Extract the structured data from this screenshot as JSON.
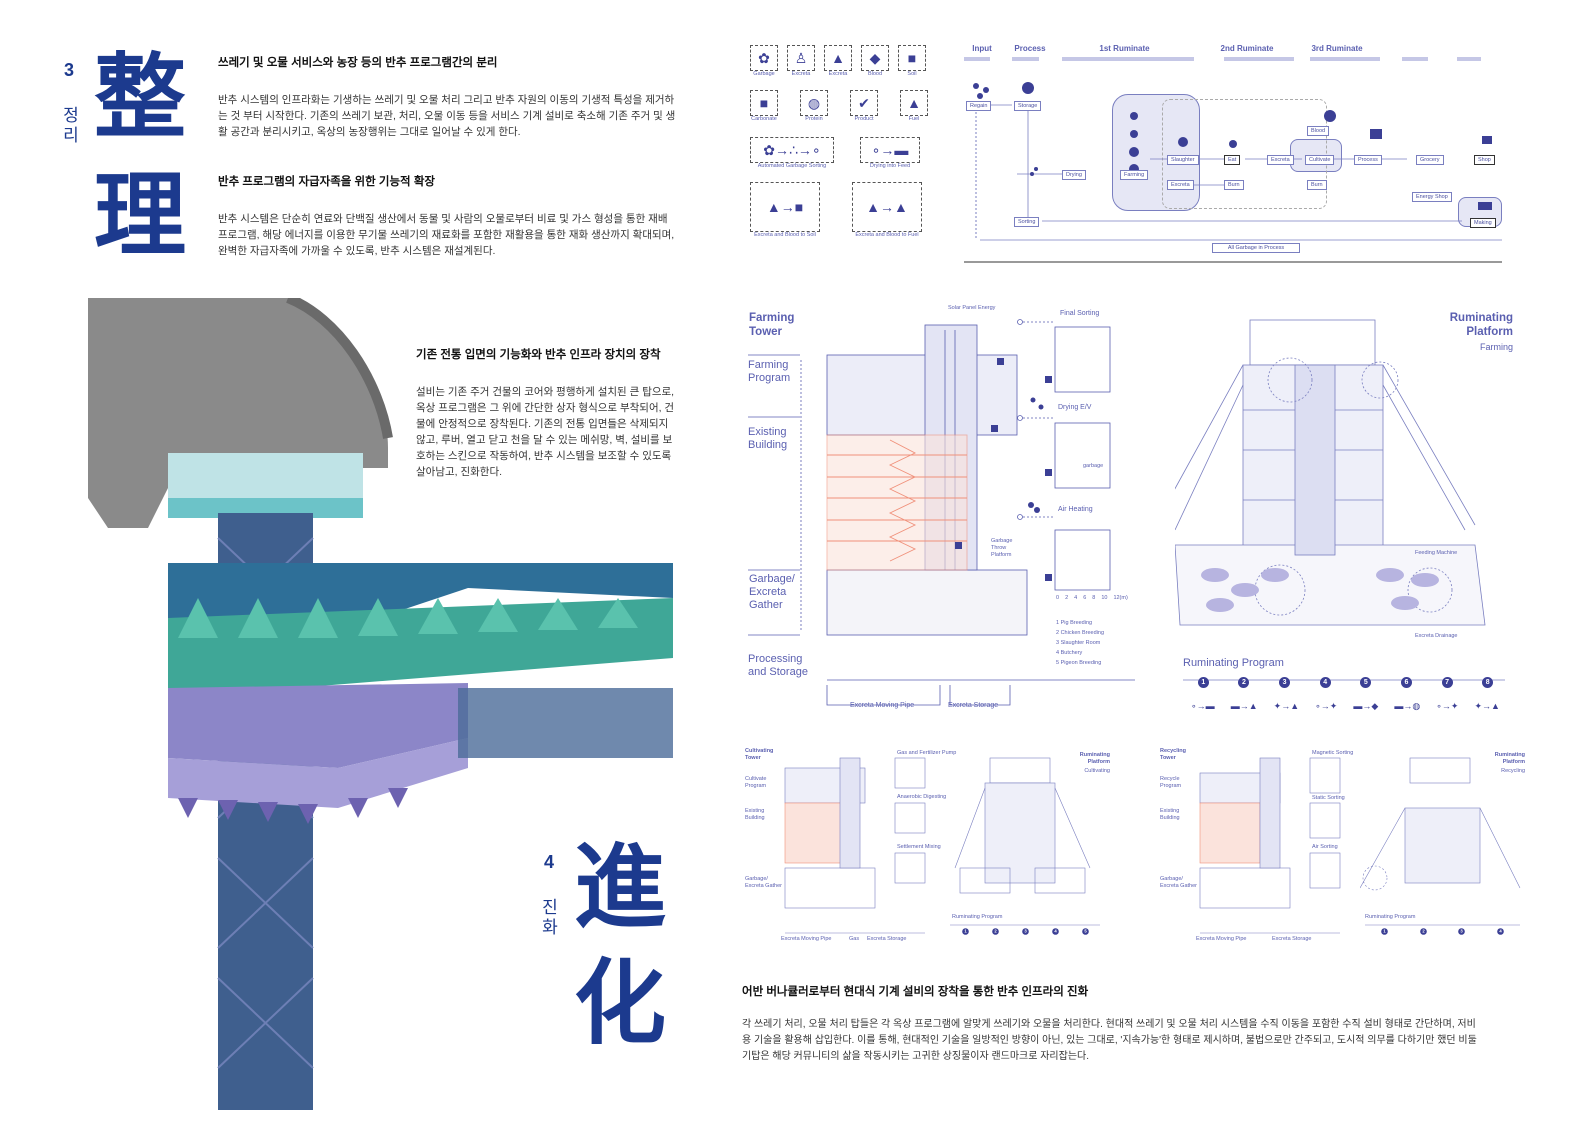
{
  "section3": {
    "number": "3",
    "korean": "정리",
    "hanja1": "整",
    "hanja2": "理"
  },
  "section4": {
    "number": "4",
    "korean": "진화",
    "hanja1": "進",
    "hanja2": "化"
  },
  "block1": {
    "heading": "쓰레기 및 오물 서비스와 농장 등의 반추 프로그램간의 분리",
    "lines": [
      "반추 시스템의 인프라화는 기생하는 쓰레기 및 오물 처리 그리고 반추 자원의 이동의 기생적 특성을 제거하",
      "는 것 부터 시작한다. 기존의 쓰레기 보관, 처리, 오물 이동 등을 서비스 기계 설비로 축소해 기존 주거 및 생",
      "활 공간과 분리시키고, 옥상의 농장행위는 그대로 일어날 수 있게 한다."
    ]
  },
  "block2": {
    "heading": "반추 프로그램의 자급자족을 위한 기능적 확장",
    "lines": [
      "반추 시스템은 단순히 연료와 단백질 생산에서 동물 및 사람의 오물로부터 비료 및 가스 형성을 통한 재배",
      "프로그램, 해당 에너지를 이용한 무기물 쓰레기의 재료화를 포함한 재활용을 통한 재화 생산까지 확대되며,",
      "완벽한 자급자족에 가까울 수 있도록, 반추 시스템은 재설계된다."
    ]
  },
  "block3": {
    "heading": "기존 전통 입면의 기능화와 반추 인프라 장치의 장착",
    "lines": [
      "설비는 기존 주거 건물의 코어와 평행하게 설치된 큰 탑으로,",
      "옥상 프로그램은 그 위에 간단한 상자 형식으로 부착되어, 건",
      "물에 안정적으로 장착된다. 기존의 전통 입면들은 삭제되지",
      "않고, 루버, 열고 닫고 천을 달 수 있는 메쉬망, 벽, 설비를 보",
      "호하는 스킨으로 작동하여, 반추 시스템을 보조할 수 있도록",
      "살아남고, 진화한다."
    ]
  },
  "block4": {
    "heading": "어반 버나큘러로부터 현대식 기계 설비의 장착을 통한 반추 인프라의 진화",
    "lines": [
      "각 쓰레기 처리, 오물 처리 탑들은 각 옥상 프로그램에 알맞게 쓰레기와 오물을 처리한다. 현대적 쓰레기 및 오물 처리 시스템을 수직 이동을 포함한 수직 설비 형태로 간단하며, 저비",
      "용 기술을 활용해 삽입한다. 이를 통해, 현대적인 기술을 일방적인 방향이 아닌, 있는 그대로, '지속가능'한 형태로 제시하며, 불법으로만 간주되고, 도시적 의무를 다하기만 했던 비둘",
      "기탑은 해당 커뮤니티의 삶을 작동시키는 고귀한 상징물이자 랜드마크로 자리잡는다."
    ]
  },
  "legend": {
    "row1": [
      {
        "label": "Garbage",
        "icon": "garbage-icon"
      },
      {
        "label": "Excreta",
        "icon": "person-excreta-icon"
      },
      {
        "label": "Excreta",
        "icon": "excreta-icon"
      },
      {
        "label": "Blood",
        "icon": "blood-icon"
      },
      {
        "label": "Soil",
        "icon": "soil-icon"
      }
    ],
    "row2": [
      {
        "label": "Carbonate",
        "icon": "carbonate-icon"
      },
      {
        "label": "Protein",
        "icon": "protein-icon"
      },
      {
        "label": "Product",
        "icon": "product-icon"
      },
      {
        "label": "Fuel",
        "icon": "fuel-icon"
      }
    ],
    "processes": [
      "Automated Garbage Sorting",
      "Drying into Feed",
      "Excreta and Blood to Soil",
      "Excreta and Blood to Fuel"
    ]
  },
  "flow": {
    "columns": [
      "Input",
      "Process",
      "1st Ruminate",
      "2nd Ruminate",
      "3rd Ruminate"
    ],
    "nodes": {
      "regain": "Regain",
      "storage": "Storage",
      "sorting": "Sorting",
      "drying": "Drying",
      "farming": "Farming",
      "slaughter": "Slaughter",
      "excreta1": "Excreta",
      "eat": "Eat",
      "burn1": "Burn",
      "excreta2": "Excreta",
      "blood": "Blood",
      "cultivate": "Cultivate",
      "burn2": "Burn",
      "process": "Process",
      "grocery": "Grocery",
      "energy_shop": "Energy Shop",
      "shop": "Shop",
      "making": "Making",
      "all_garbage": "All Garbage in Process"
    }
  },
  "farming_tower": {
    "title": "Farming Tower",
    "zones": [
      "Farming Program",
      "Existing Building",
      "Garbage/ Excreta Gather",
      "Processing and Storage"
    ],
    "solar": "Solar Panel Energy",
    "throw_platform": "Garbage Throw Platform",
    "details": [
      {
        "n": "3",
        "label": "Final Sorting"
      },
      {
        "n": "2",
        "label": "Drying E/V",
        "note": "garbage"
      },
      {
        "n": "1",
        "label": "Air Heating"
      }
    ],
    "scale": [
      "0",
      "2",
      "4",
      "6",
      "8",
      "10",
      "12(m)"
    ],
    "floor_legend": [
      "1 Pig Breeding",
      "2 Chicken Breeding",
      "3 Slaughter Room",
      "4 Butchery",
      "5 Pigeon Breeding"
    ],
    "bottom": [
      "Excreta Moving Pipe",
      "Excreta Storage"
    ]
  },
  "ruminating_platform": {
    "title": "Ruminating Platform",
    "subtitle": "Farming",
    "notes": [
      "Feeding Machine",
      "Excreta Drainage"
    ],
    "program_title": "Ruminating Program",
    "steps": [
      "1",
      "2",
      "3",
      "4",
      "5",
      "6",
      "7",
      "8"
    ]
  },
  "small_drawings": [
    {
      "title": "Cultivating Tower",
      "zones": [
        "Cultivate Program",
        "Existing Building",
        "Garbage/ Excreta Gather"
      ],
      "details": [
        "Gas and Fertilizer Pump",
        "Anaerobic Digesting",
        "Settlement Mixing"
      ],
      "bottom": [
        "Excreta Moving Pipe",
        "Gas",
        "Excreta Storage"
      ]
    },
    {
      "title": "Ruminating Platform",
      "subtitle": "Cultivating",
      "program": "Ruminating Program",
      "steps": [
        "1",
        "2",
        "3",
        "4",
        "5"
      ]
    },
    {
      "title": "Recycling Tower",
      "zones": [
        "Recycle Program",
        "Existing Building",
        "Garbage/ Excreta Gather"
      ],
      "details": [
        "Magnetic Sorting",
        "Static Sorting",
        "Air Sorting"
      ],
      "bottom": [
        "Excreta Moving Pipe",
        "Excreta Storage"
      ]
    },
    {
      "title": "Ruminating Platform",
      "subtitle": "Recycling",
      "program": "Ruminating Program",
      "steps": [
        "1",
        "2",
        "3",
        "4"
      ]
    }
  ],
  "colors": {
    "accent": "#1c3a8e",
    "diagram": "#5a5fb0",
    "existing": "#f0907a",
    "teal": "#4fb8a8",
    "purple": "#8c86c8"
  }
}
